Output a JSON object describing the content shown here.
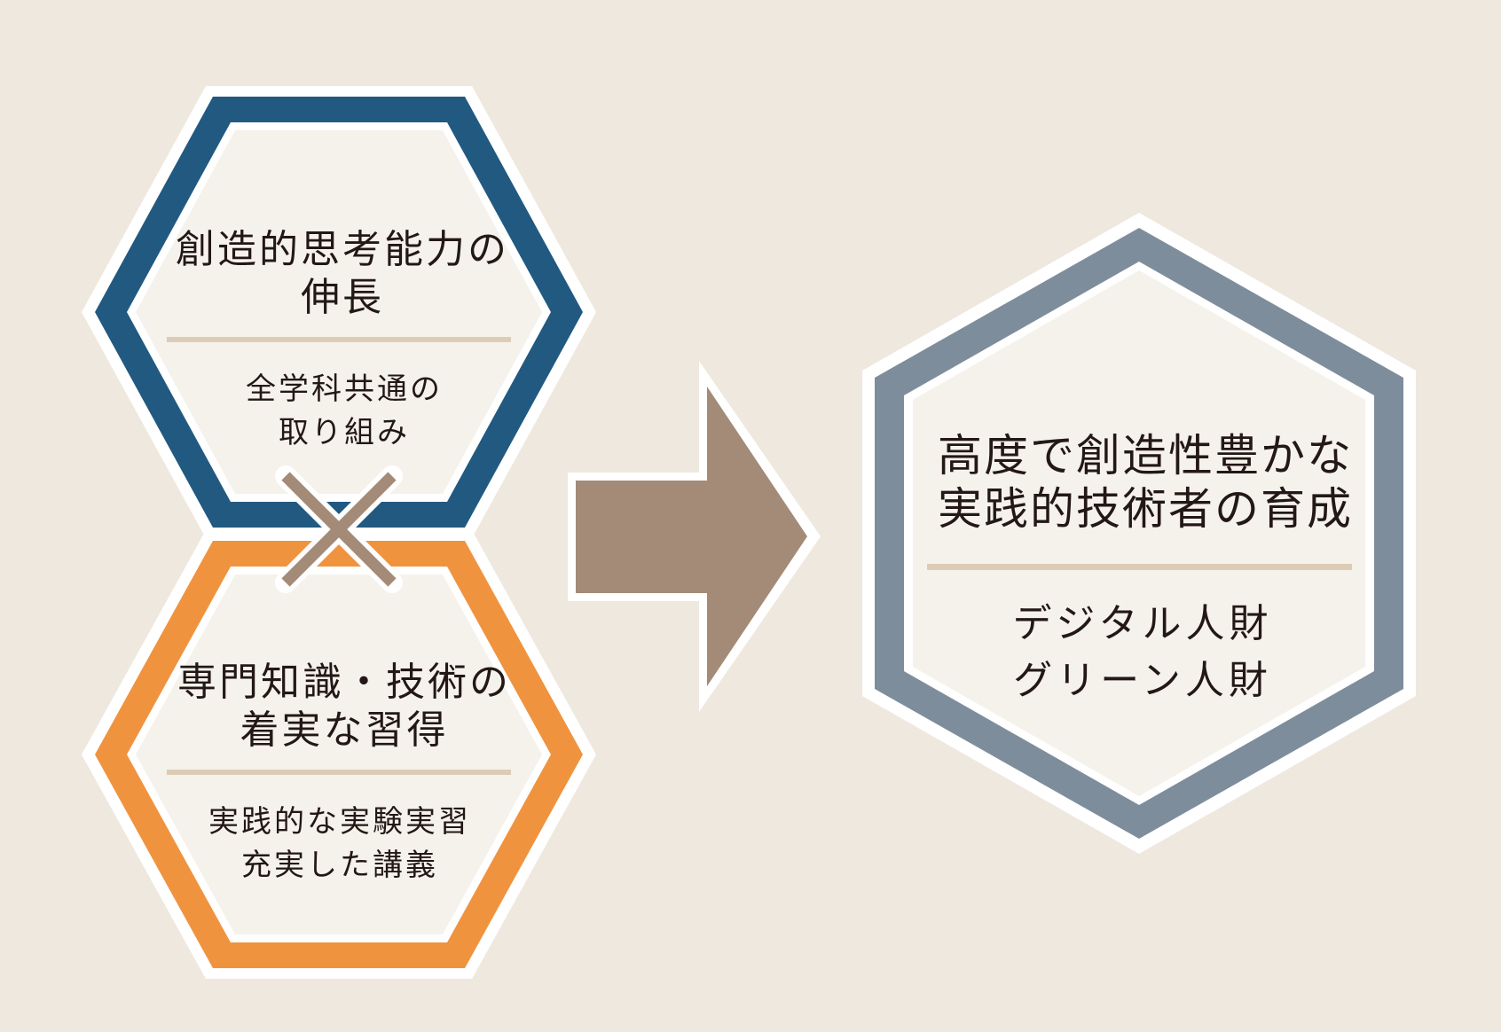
{
  "colors": {
    "background": "#efe8de",
    "hex_fill": "#f5f2ec",
    "blue_border": "#215981",
    "orange_border": "#f0933f",
    "slate_border": "#7e8d9c",
    "divider": "#ddccb5",
    "arrow": "#a38b77",
    "cross": "#a38b77",
    "text": "#231815"
  },
  "left_top_hex": {
    "heading_line1": "創造的思考能力の",
    "heading_line2": "伸長",
    "sub_line1": "全学科共通の",
    "sub_line2": "取り組み"
  },
  "left_bottom_hex": {
    "heading_line1": "専門知識・技術の",
    "heading_line2": "着実な習得",
    "sub_line1": "実践的な実験実習",
    "sub_line2": "充実した講義"
  },
  "right_hex": {
    "heading_line1": "高度で創造性豊かな",
    "heading_line2": "実践的技術者の育成",
    "sub_line1": "デジタル人財",
    "sub_line2": "グリーン人財"
  },
  "icons": {
    "cross": "multiply-cross-icon",
    "arrow": "right-arrow-icon"
  }
}
